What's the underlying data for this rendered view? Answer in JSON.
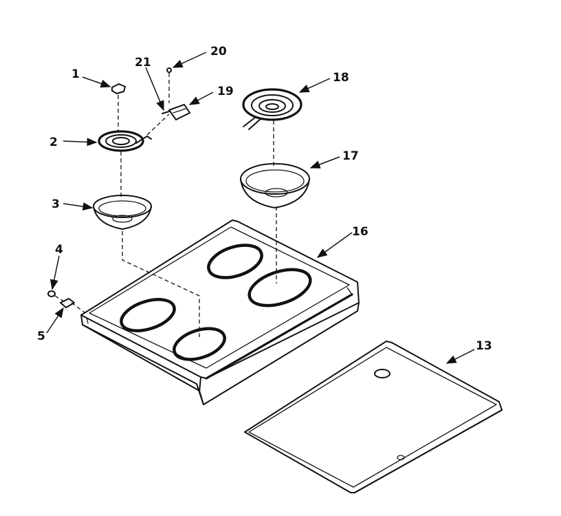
{
  "callouts": {
    "c1": "1",
    "c2": "2",
    "c3": "3",
    "c4": "4",
    "c5": "5",
    "c13": "13",
    "c16": "16",
    "c17": "17",
    "c18": "18",
    "c19": "19",
    "c20": "20",
    "c21": "21"
  }
}
